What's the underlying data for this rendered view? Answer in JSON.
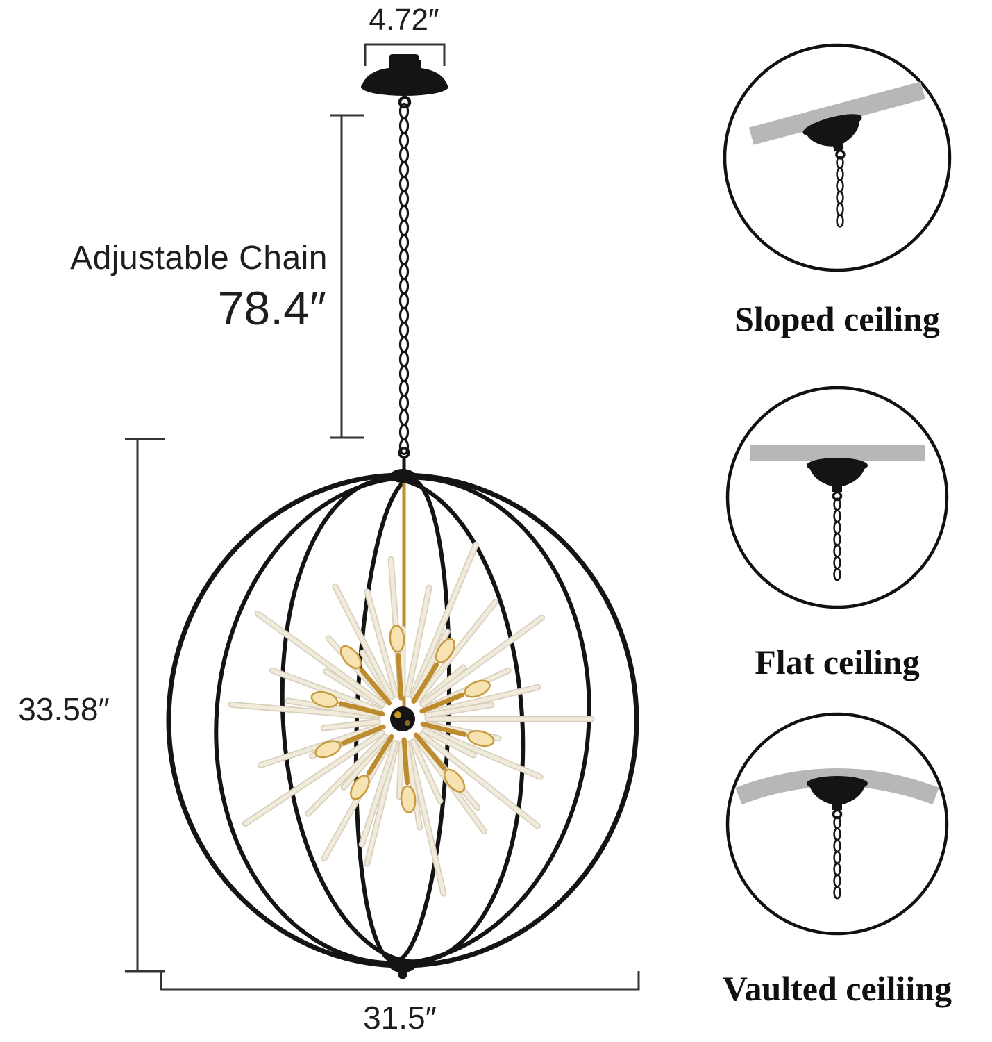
{
  "dimensions": {
    "canopy_width": "4.72″",
    "chain_label": "Adjustable Chain",
    "chain_length": "78.4″",
    "height": "33.58″",
    "width": "31.5″"
  },
  "mounts": [
    {
      "icon": "sloped-ceiling-mount-icon",
      "label": "Sloped ceiling"
    },
    {
      "icon": "flat-ceiling-mount-icon",
      "label": "Flat ceiling"
    },
    {
      "icon": "vaulted-ceiling-mount-icon",
      "label": "Vaulted ceiliing"
    }
  ],
  "colors": {
    "frame_black": "#141414",
    "brass_gold": "#bd8c2f",
    "glass_rod": "#f1ebdc",
    "ceiling_gray": "#b7b7b7",
    "dimension_line": "#333333"
  }
}
